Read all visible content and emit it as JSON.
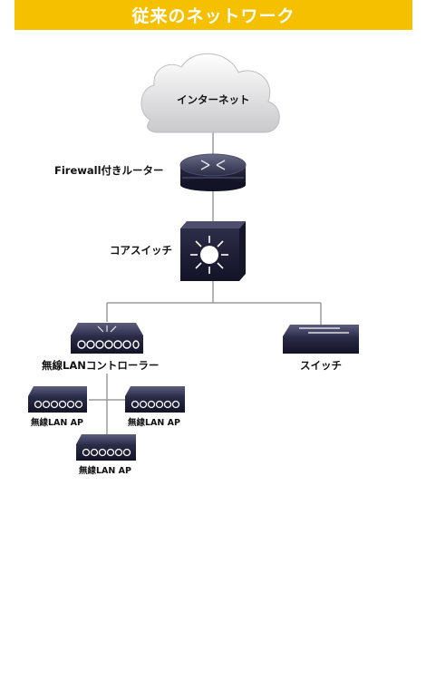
{
  "header": {
    "title": "従来のネットワーク"
  },
  "nodes": {
    "internet": "インターネット",
    "router": "Firewall付きルーター",
    "core_switch": "コアスイッチ",
    "wlan_controller": "無線LANコントローラー",
    "switch": "スイッチ",
    "ap1": "無線LAN AP",
    "ap2": "無線LAN AP",
    "ap3": "無線LAN AP"
  },
  "colors": {
    "header": "#f5c000",
    "device_dark": "#1b1c33",
    "device_edge": "#3a3c5a",
    "line": "#9a9a9a"
  }
}
